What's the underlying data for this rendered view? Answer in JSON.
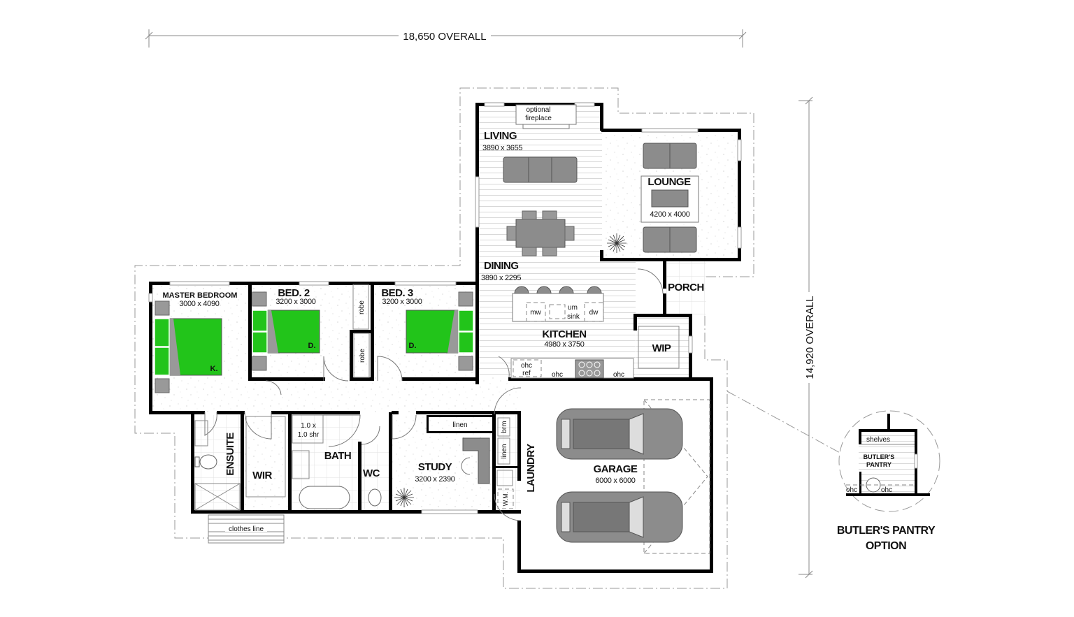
{
  "dimensions": {
    "overall_width": "18,650 OVERALL",
    "overall_depth": "14,920 OVERALL"
  },
  "rooms": {
    "living": {
      "name": "LIVING",
      "size": "3890 x 3655"
    },
    "fireplace": {
      "line1": "optional",
      "line2": "fireplace"
    },
    "lounge": {
      "name": "LOUNGE",
      "size": "4200 x 4000"
    },
    "dining": {
      "name": "DINING",
      "size": "3890 x 2295"
    },
    "kitchen": {
      "name": "KITCHEN",
      "size": "4980 x 3750"
    },
    "porch": {
      "name": "PORCH"
    },
    "wip": {
      "name": "WIP"
    },
    "master_bedroom": {
      "name": "MASTER BEDROOM",
      "size": "3000 x 4090",
      "bed_tag": "K."
    },
    "bed2": {
      "name": "BED. 2",
      "size": "3200 x 3000",
      "bed_tag": "D."
    },
    "bed3": {
      "name": "BED. 3",
      "size": "3200 x 3000",
      "bed_tag": "D."
    },
    "ensuite": {
      "name": "ENSUITE"
    },
    "wir": {
      "name": "WIR"
    },
    "bath": {
      "name": "BATH",
      "shower_line1": "1.0 x",
      "shower_line2": "1.0 shr"
    },
    "wc": {
      "name": "WC"
    },
    "study": {
      "name": "STUDY",
      "size": "3200 x 2390"
    },
    "laundry": {
      "name": "LAUNDRY"
    },
    "garage": {
      "name": "GARAGE",
      "size": "6000 x 6000"
    }
  },
  "fixtures": {
    "robe": "robe",
    "linen": "linen",
    "brm": "brm",
    "wm": "W.M.",
    "mw": "mw",
    "um_sink_1": "um",
    "um_sink_2": "sink",
    "dw": "dw",
    "ohc": "ohc",
    "ohc_ref_1": "ohc",
    "ohc_ref_2": "ref",
    "clothes_line": "clothes line"
  },
  "butlers_pantry": {
    "shelves": "shelves",
    "room_line1": "BUTLER'S",
    "room_line2": "PANTRY",
    "ohc_left": "ohc",
    "ohc_right": "ohc",
    "caption_line1": "BUTLER'S PANTRY",
    "caption_line2": "OPTION"
  },
  "colors": {
    "bed_green": "#22c41a",
    "furniture_grey": "#8c8c8c",
    "wall": "#000000"
  }
}
